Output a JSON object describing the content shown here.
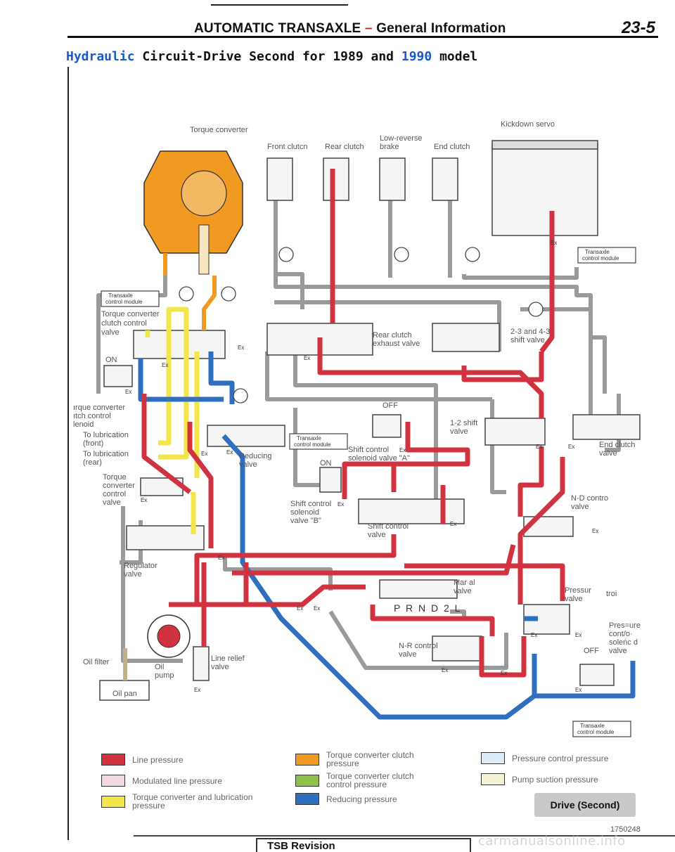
{
  "header": {
    "section": "AUTOMATIC TRANSAXLE",
    "dash": "–",
    "topic": "General Information",
    "page": "23-5"
  },
  "subtitle": {
    "hydraulic": "Hydraulic",
    "rest": "Circuit-Drive Second for 1989 and",
    "year": "1990",
    "end": "model"
  },
  "labels": {
    "torque_converter": "Torque converter",
    "kickdown_servo": "Kickdown servo",
    "front_clutch": "Front clutcn",
    "rear_clutch": "Rear clutch",
    "low_reverse_1": "Low-reverse",
    "low_reverse_2": "brake",
    "end_clutch": "End clutch",
    "tcm_1": "Transaxle",
    "tcm_2": "control module",
    "tcc_valve_1": "Torque converter",
    "tcc_valve_2": "clutch control",
    "tcc_valve_3": "valve",
    "on": "ON",
    "off": "OFF",
    "tcc_sol_1": "ırque converter",
    "tcc_sol_2": "ıtch control",
    "tcc_sol_3": "lenoid",
    "lub_front_1": "To lubrication",
    "lub_front_2": "(front)",
    "lub_rear_1": "To lubrication",
    "lub_rear_2": "(rear)",
    "tc_ctrl_1": "Torque",
    "tc_ctrl_2": "converter",
    "tc_ctrl_3": "control",
    "tc_ctrl_4": "valve",
    "reducing_1": "Reducing",
    "reducing_2": "valve",
    "rear_exh_1": "Rear clutch",
    "rear_exh_2": "exhaust valve",
    "shift_23_1": "2-3 and 4-3",
    "shift_23_2": "shift valve",
    "shift_12_1": "1-2 shift",
    "shift_12_2": "valve",
    "sol_a_1": "Shift control",
    "sol_a_2": "solenoid valve \"A\"",
    "sol_b_1": "Shift control",
    "sol_b_2": "solenoid",
    "sol_b_3": "valve \"B\"",
    "shift_ctrl_1": "Shift control",
    "shift_ctrl_2": "valve",
    "end_clutch_v_1": "End clutch",
    "end_clutch_v_2": "valve",
    "nd_1": "N-D contro",
    "nd_2": "valve",
    "regulator_1": "Regulator",
    "regulator_2": "valve",
    "manual_1": "Mar  al",
    "manual_2": "valve",
    "prnd": "P R N D 2 L",
    "press_ctrl_1": "Pressur",
    "press_ctrl_1b": "troi",
    "press_ctrl_2": "valve",
    "pcs_1": "Pres=ure",
    "pcs_2": "cont/o·",
    "pcs_3": "soleṅc d",
    "pcs_4": "valve",
    "nr_1": "N-R control",
    "nr_2": "valve",
    "oil_filter": "Oil filter",
    "oil_pump_1": "Oil",
    "oil_pump_2": "pump",
    "line_relief_1": "Line relief",
    "line_relief_2": "valve",
    "oil_pan": "Oil pan",
    "ex": "Ex"
  },
  "legend": [
    {
      "key": "line",
      "label": "Line pressure",
      "color": "#d0323f"
    },
    {
      "key": "modulated",
      "label": "Modulated line pressure",
      "color": "#f1d9e3"
    },
    {
      "key": "lube",
      "label": "Torque converter and lubrication pressure",
      "color": "#f3e64a"
    },
    {
      "key": "tc_clutch",
      "label": "Torque converter clutch pressure",
      "color": "#f09a22"
    },
    {
      "key": "tcc_control",
      "label": "Torque converter clutch control pressure",
      "color": "#8fc04a"
    },
    {
      "key": "reducing",
      "label": "Reducing pressure",
      "color": "#2f6fc0"
    },
    {
      "key": "pressure_control",
      "label": "Pressure control pressure",
      "color": "#dcebf5"
    },
    {
      "key": "pump_suction",
      "label": "Pump suction pressure",
      "color": "#f4f1d6"
    }
  ],
  "badge": "Drive (Second)",
  "figure_number": "1750248",
  "tsb": "TSB Revision",
  "watermark": "carmanualsonline.info"
}
